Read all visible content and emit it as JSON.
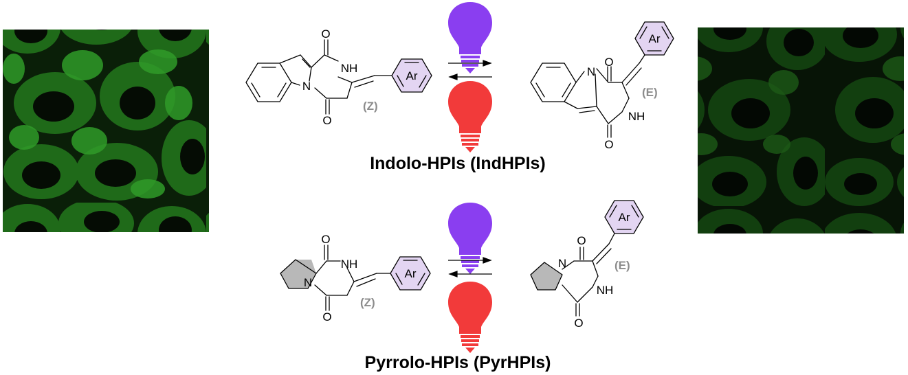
{
  "atoms": {
    "oxygen": "O",
    "nitrogen": "N",
    "imide": "NH"
  },
  "substituent": "Ar",
  "isomers": {
    "z": "(Z)",
    "e": "(E)"
  },
  "series": [
    {
      "title": "Indolo-HPIs (IndHPIs)"
    },
    {
      "title": "Pyrrolo-HPIs (PyrHPIs)"
    }
  ],
  "colors": {
    "violet_bulb": "#8a3ef0",
    "red_bulb": "#f23a3a",
    "aryl_fill": "#e3d5f2",
    "pyrrole_fill": "#b8b8b8",
    "isomer_label": "#8c8c8c",
    "micrograph_green": "#39c232"
  },
  "icons": [
    "violet-light-bulb-icon",
    "red-light-bulb-icon",
    "equilibrium-arrows-icon"
  ]
}
